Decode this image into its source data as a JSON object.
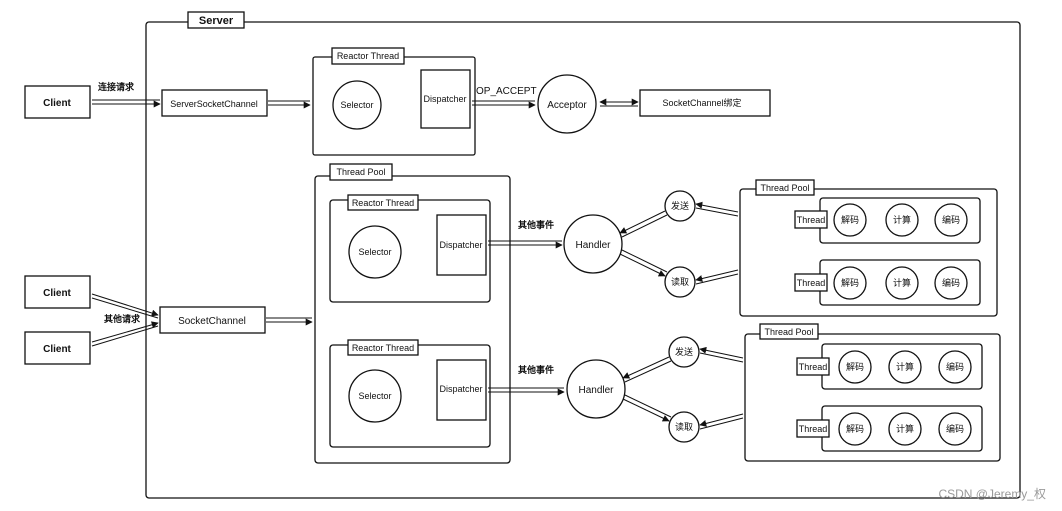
{
  "server": {
    "title": "Server"
  },
  "clients": {
    "label": "Client"
  },
  "connect_request": "连接请求",
  "other_request": "其他请求",
  "server_socket_channel": "ServerSocketChannel",
  "socket_channel": "SocketChannel",
  "reactor_thread": "Reactor Thread",
  "selector": "Selector",
  "dispatcher": "Dispatcher",
  "op_accept": "OP_ACCEPT",
  "acceptor": "Acceptor",
  "socket_channel_bind": "SocketChannel绑定",
  "thread_pool": "Thread Pool",
  "other_event": "其他事件",
  "handler": "Handler",
  "send": "发送",
  "read": "读取",
  "thread": "Thread",
  "decode": "解码",
  "compute": "计算",
  "encode": "编码",
  "watermark": "CSDN @Jeremy_权"
}
